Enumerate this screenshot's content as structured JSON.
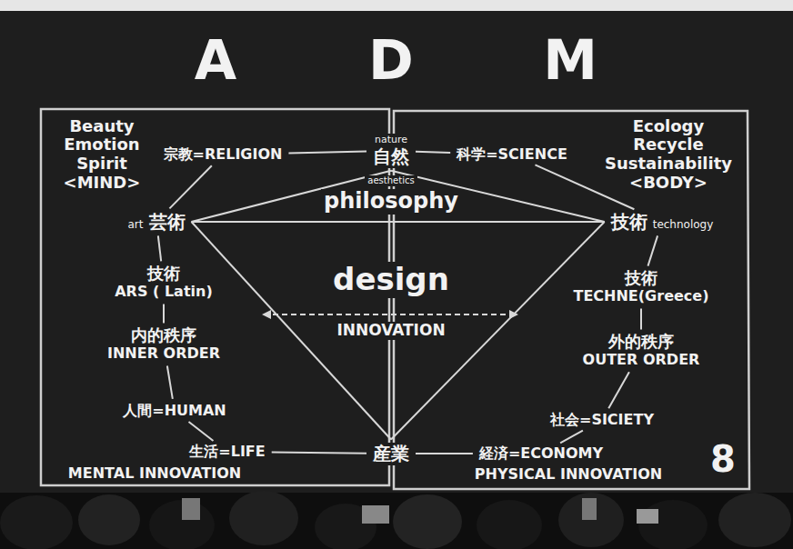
{
  "diagram": {
    "nodes": [
      {
        "text": [
          "宗教=RELIGION"
        ]
      },
      {
        "text": [
          "nature",
          "自然"
        ]
      },
      {
        "text": [
          "科学=SCIENCE"
        ]
      },
      {
        "text": [
          "art",
          "芸術"
        ]
      },
      {
        "text": [
          "技術",
          "technology"
        ]
      },
      {
        "text": [
          "技術",
          "ARS ( Latin)"
        ]
      },
      {
        "text": [
          "技術",
          "TECHNE(Greece)"
        ]
      },
      {
        "text": [
          "内的秩序",
          "INNER ORDER"
        ]
      },
      {
        "text": [
          "外的秩序",
          "OUTER ORDER"
        ]
      },
      {
        "text": [
          "人間=HUMAN"
        ]
      },
      {
        "text": [
          "社会=SICIETY"
        ]
      },
      {
        "text": [
          "生活=LIFE"
        ]
      },
      {
        "text": [
          "産業"
        ]
      },
      {
        "text": [
          "経済=ECONOMY"
        ]
      }
    ],
    "edges": [
      {
        "from": 0,
        "to": 1,
        "arrow": "none"
      },
      {
        "from": 1,
        "to": 2,
        "arrow": "none"
      },
      {
        "from": 0,
        "to": 3,
        "arrow": "none"
      },
      {
        "from": 2,
        "to": 4,
        "arrow": "none"
      },
      {
        "from": 1,
        "to": 3,
        "arrow": "none"
      },
      {
        "from": 1,
        "to": 4,
        "arrow": "none"
      },
      {
        "from": 3,
        "to": 4,
        "arrow": "none"
      },
      {
        "from": 3,
        "to": 5,
        "arrow": "none"
      },
      {
        "from": 5,
        "to": 7,
        "arrow": "none"
      },
      {
        "from": 7,
        "to": 9,
        "arrow": "none"
      },
      {
        "from": 9,
        "to": 11,
        "arrow": "none"
      },
      {
        "from": 11,
        "to": 12,
        "arrow": "none"
      },
      {
        "from": 12,
        "to": 13,
        "arrow": "none"
      },
      {
        "from": 13,
        "to": 10,
        "arrow": "none"
      },
      {
        "from": 10,
        "to": 8,
        "arrow": "none"
      },
      {
        "from": 8,
        "to": 6,
        "arrow": "none"
      },
      {
        "from": 6,
        "to": 4,
        "arrow": "none"
      },
      {
        "from": 3,
        "to": 12,
        "arrow": "none"
      },
      {
        "from": 4,
        "to": 12,
        "arrow": "none"
      }
    ],
    "labels": [
      "A",
      "D",
      "M",
      "Beauty Emotion Spirit <MIND>",
      "Ecology Recycle Sustainability <BODY>",
      "aesthetics",
      "philosophy",
      "design",
      "INNOVATION",
      "MENTAL INNOVATION",
      "PHYSICAL INNOVATION",
      "8"
    ]
  }
}
